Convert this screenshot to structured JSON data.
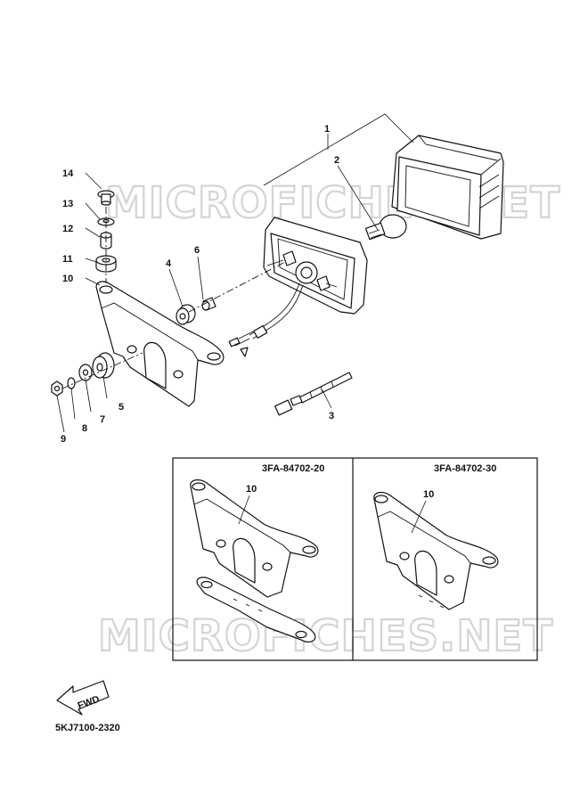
{
  "watermark": "MICROFICHES.NET",
  "callouts": {
    "n1": "1",
    "n2": "2",
    "n3": "3",
    "n4": "4",
    "n5": "5",
    "n6": "6",
    "n7": "7",
    "n8": "8",
    "n9": "9",
    "n10": "10",
    "n11": "11",
    "n12": "12",
    "n13": "13",
    "n14": "14"
  },
  "variants": [
    {
      "code": "3FA-84702-20",
      "callout": "10"
    },
    {
      "code": "3FA-84702-30",
      "callout": "10"
    }
  ],
  "fwd_label": "FWD",
  "diagram_code": "5KJ7100-2320"
}
